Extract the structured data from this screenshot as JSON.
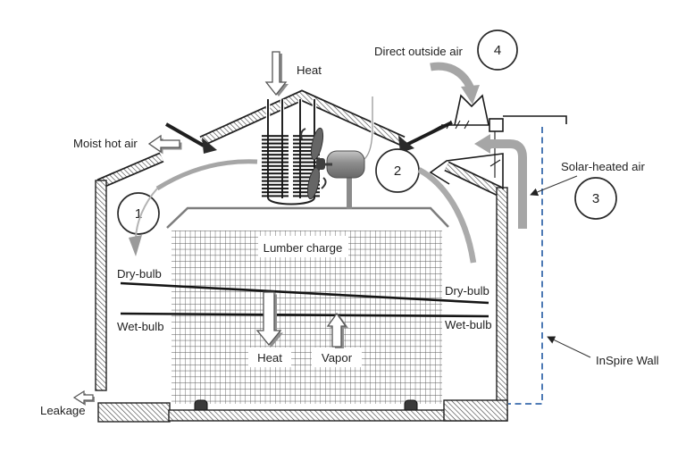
{
  "labels": {
    "heat_top": "Heat",
    "moist_hot_air": "Moist hot air",
    "direct_outside_air": "Direct outside air",
    "solar_heated_air": "Solar-heated air",
    "inspire_wall": "InSpire Wall",
    "lumber_charge": "Lumber charge",
    "dry_bulb_left": "Dry-bulb",
    "dry_bulb_right": "Dry-bulb",
    "wet_bulb_left": "Wet-bulb",
    "wet_bulb_right": "Wet-bulb",
    "heat_transfer": "Heat",
    "vapor": "Vapor",
    "leakage": "Leakage"
  },
  "markers": {
    "m1": "1",
    "m2": "2",
    "m3": "3",
    "m4": "4"
  },
  "colors": {
    "flow_arrow": "#a6a6a6",
    "flow_arrow_light": "#b3b3b3",
    "inspire_wall_dashed": "#3a6cad",
    "outline": "#1a1a1a"
  }
}
